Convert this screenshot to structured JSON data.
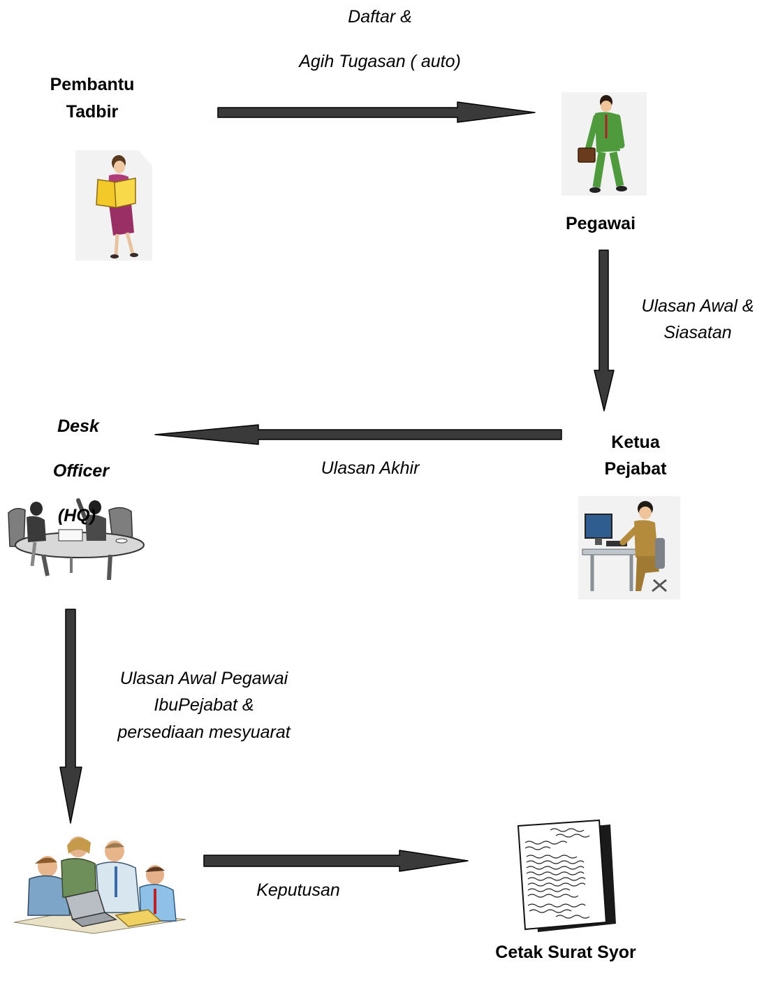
{
  "nodes": {
    "pembantu_tadbir": {
      "line1": "Pembantu",
      "line2": "Tadbir"
    },
    "pegawai": {
      "label": "Pegawai"
    },
    "ketua_pejabat": {
      "line1": "Ketua",
      "line2": "Pejabat"
    },
    "desk_officer": {
      "line1": "Desk",
      "line2": "Officer",
      "line3": "(HQ)"
    },
    "cetak_surat": {
      "label": "Cetak Surat Syor"
    }
  },
  "edges": {
    "daftar": {
      "line1": "Daftar &",
      "line2": "Agih Tugasan ( auto)"
    },
    "ulasan_awal": {
      "line1": "Ulasan Awal &",
      "line2": "Siasatan"
    },
    "ulasan_akhir": {
      "label": "Ulasan Akhir"
    },
    "ulasan_pegawai": {
      "line1": "Ulasan Awal Pegawai",
      "line2": "IbuPejabat &",
      "line3": "persediaan mesyuarat"
    },
    "keputusan": {
      "label": "Keputusan"
    }
  },
  "colors": {
    "arrow_fill": "#3a3a3a",
    "arrow_stroke": "#000000",
    "text": "#000000"
  },
  "icons": [
    "clerk-woman-figure",
    "officer-man-figure",
    "head-at-computer-figure",
    "desk-meeting-figure",
    "team-laptop-figure",
    "handwritten-letter-figure"
  ]
}
